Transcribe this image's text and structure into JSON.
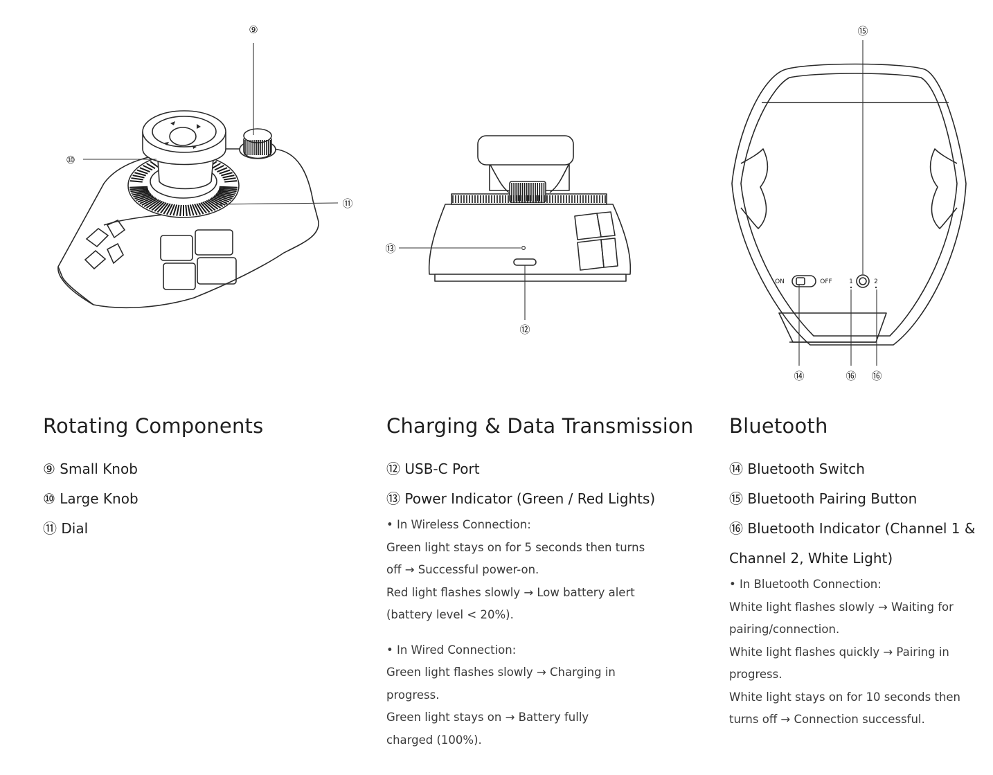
{
  "figures": {
    "left": {
      "callouts": [
        "⑨",
        "⑩",
        "⑪"
      ]
    },
    "middle": {
      "callouts": [
        "⑫",
        "⑬"
      ]
    },
    "right": {
      "callouts": [
        "⑭",
        "⑮",
        "⑯",
        "⑯"
      ],
      "switch_on": "ON",
      "switch_off": "OFF",
      "channel_1": "1",
      "channel_2": "2"
    }
  },
  "sections": [
    {
      "title": "Rotating Components",
      "items": [
        "⑨ Small Knob",
        "⑩ Large Knob",
        "⑪ Dial"
      ],
      "notes": []
    },
    {
      "title": "Charging & Data Transmission",
      "items": [
        "⑫ USB-C Port",
        "⑬ Power Indicator (Green / Red Lights)"
      ],
      "notes": [
        [
          "• In Wireless Connection:",
          "Green light stays on for 5 seconds then turns",
          "off → Successful power-on.",
          "Red light flashes slowly → Low battery alert",
          "(battery level < 20%)."
        ],
        [
          "• In Wired Connection:",
          "Green light flashes slowly → Charging in",
          "progress.",
          "Green light stays on → Battery fully",
          "charged (100%)."
        ]
      ]
    },
    {
      "title": "Bluetooth",
      "items": [
        "⑭ Bluetooth Switch",
        "⑮ Bluetooth Pairing Button",
        "⑯ Bluetooth Indicator (Channel 1 &",
        "Channel 2, White Light)"
      ],
      "notes": [
        [
          "• In Bluetooth Connection:",
          "White light flashes slowly → Waiting for",
          "pairing/connection.",
          "White light flashes quickly → Pairing in",
          "progress.",
          "White light stays on for 10 seconds then",
          "turns off → Connection successful."
        ]
      ]
    }
  ]
}
